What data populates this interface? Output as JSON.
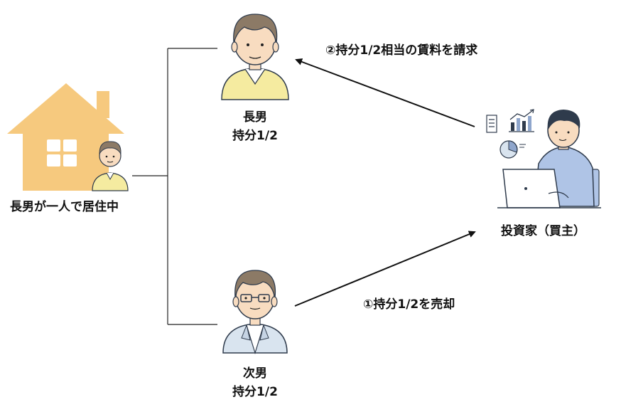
{
  "house": {
    "caption": "長男が一人で居住中"
  },
  "elder_son": {
    "name": "長男",
    "share": "持分1/2"
  },
  "younger_son": {
    "name": "次男",
    "share": "持分1/2"
  },
  "investor": {
    "name": "投資家（買主）"
  },
  "arrows": {
    "sale": "①持分1/2を売却",
    "rent_claim": "②持分1/2相当の賃料を請求"
  },
  "colors": {
    "house": "#F6C97E",
    "window": "#FFFFFF",
    "hair": "#8C7A66",
    "skin": "#F8DCC0",
    "elder_shirt": "#F5EBA0",
    "younger_jacket": "#D9E4EF",
    "investor_shirt": "#AFC4E6",
    "investor_hair": "#2F3B4C",
    "line": "#222222",
    "outline": "#2F3B4C"
  }
}
